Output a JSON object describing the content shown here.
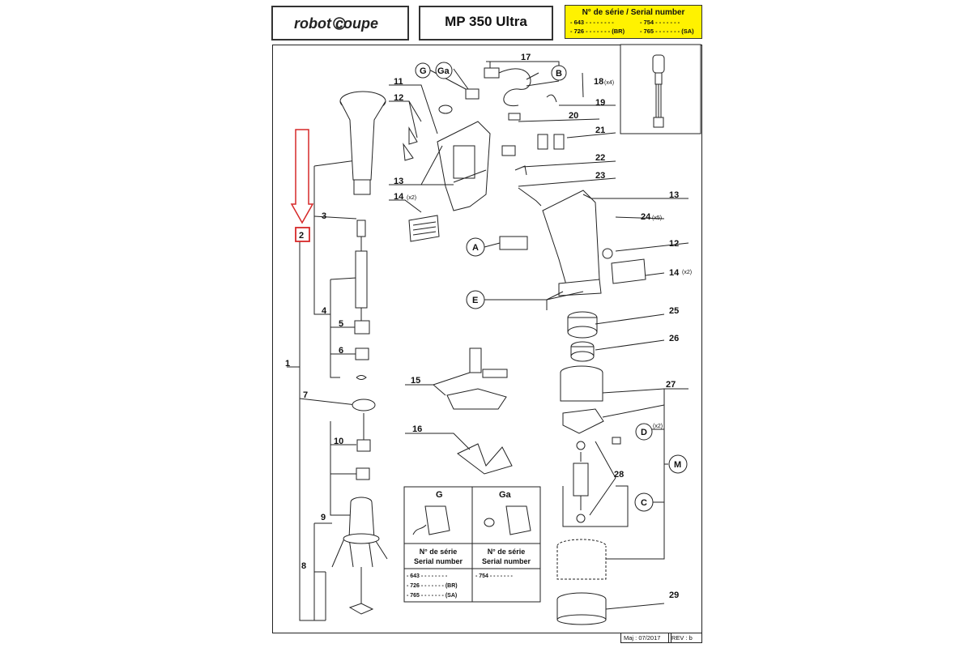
{
  "header": {
    "brand": "robot coupe",
    "model": "MP 350 Ultra",
    "serial_title": "N° de série / Serial number",
    "serial_rows": [
      [
        "- 643 - - - - - -  - -",
        "- 754 - - - - -  - -"
      ],
      [
        "- 726 - - - - -  - - (BR)",
        "- 765 - - - - -  - - (SA)"
      ]
    ]
  },
  "parts": {
    "left": [
      "1",
      "2",
      "3",
      "4",
      "5",
      "6",
      "7",
      "8",
      "9",
      "10"
    ],
    "middle": [
      "11",
      "12",
      "13",
      "14",
      "15",
      "16",
      "17",
      "18",
      "19",
      "20",
      "21",
      "22",
      "23"
    ],
    "right": [
      "12",
      "13",
      "14",
      "24",
      "25",
      "26",
      "27",
      "28",
      "29"
    ],
    "qty": {
      "p18": "(x4)",
      "p14a": "(x2)",
      "p24": "(x5)",
      "p14b": "(x2)",
      "pD": "(x2)"
    },
    "letters": [
      "G",
      "Ga",
      "B",
      "A",
      "E",
      "D",
      "M",
      "C"
    ]
  },
  "variants_table": {
    "col1_title": "G",
    "col2_title": "Ga",
    "serial_label_fr": "N° de série",
    "serial_label_en": "Serial number",
    "col1_rows": [
      "- 643 - - - - - -  - -",
      "- 726 - - - - -  - - (BR)",
      "- 765 - - - - -  - - (SA)"
    ],
    "col2_rows": [
      "- 754 - - - - -  - -"
    ]
  },
  "footer": {
    "maj": "Maj : 07/2017",
    "rev": "REV : b"
  },
  "colors": {
    "serial_bg": "#fff200",
    "highlight_red": "#d62828",
    "line": "#222222"
  }
}
